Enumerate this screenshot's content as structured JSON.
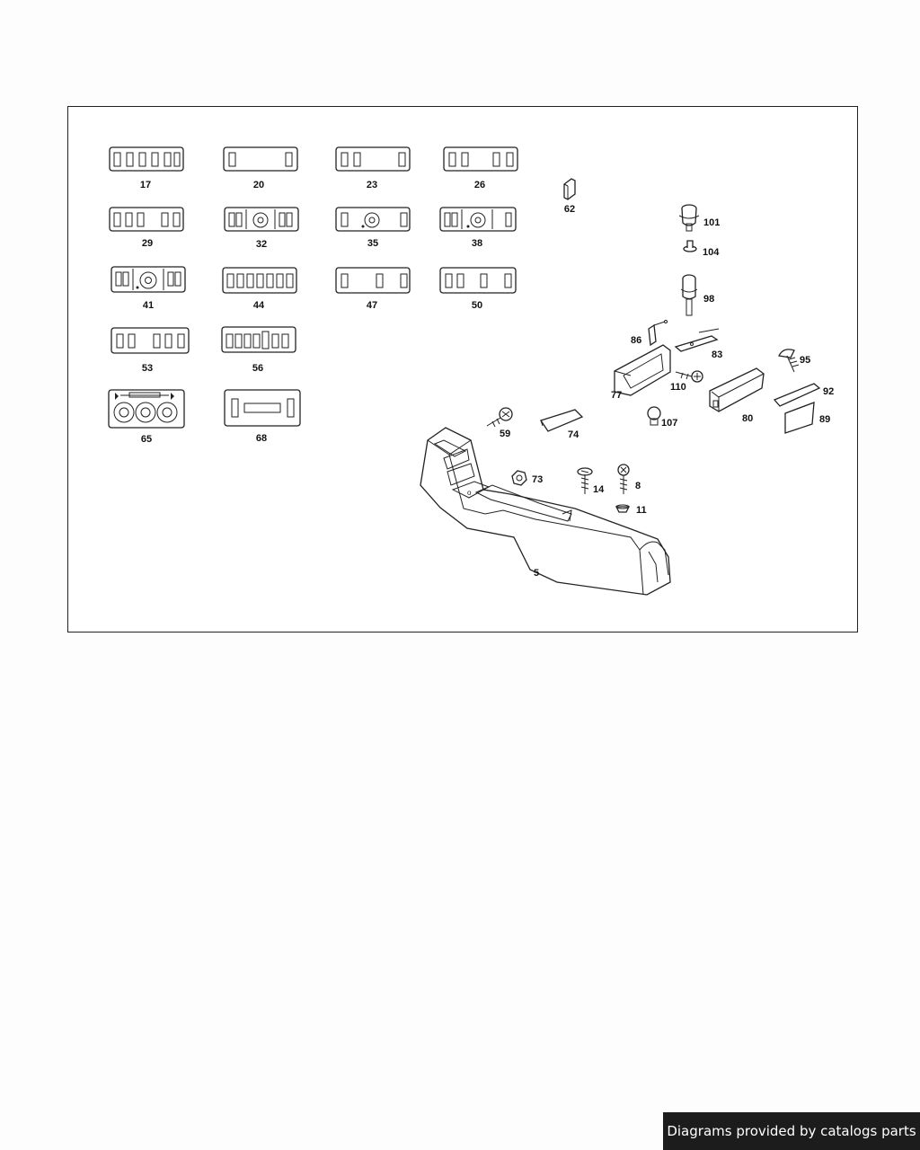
{
  "credit": "Diagrams provided by catalogs parts",
  "labels": {
    "p17": "17",
    "p20": "20",
    "p23": "23",
    "p26": "26",
    "p29": "29",
    "p32": "32",
    "p35": "35",
    "p38": "38",
    "p41": "41",
    "p44": "44",
    "p47": "47",
    "p50": "50",
    "p53": "53",
    "p56": "56",
    "p65": "65",
    "p68": "68",
    "p62": "62",
    "p101": "101",
    "p104": "104",
    "p98": "98",
    "p86": "86",
    "p83": "83",
    "p95": "95",
    "p77": "77",
    "p110": "110",
    "p92": "92",
    "p80": "80",
    "p107": "107",
    "p89": "89",
    "p59": "59",
    "p74": "74",
    "p73": "73",
    "p14": "14",
    "p8": "8",
    "p11": "11",
    "p5": "5"
  }
}
